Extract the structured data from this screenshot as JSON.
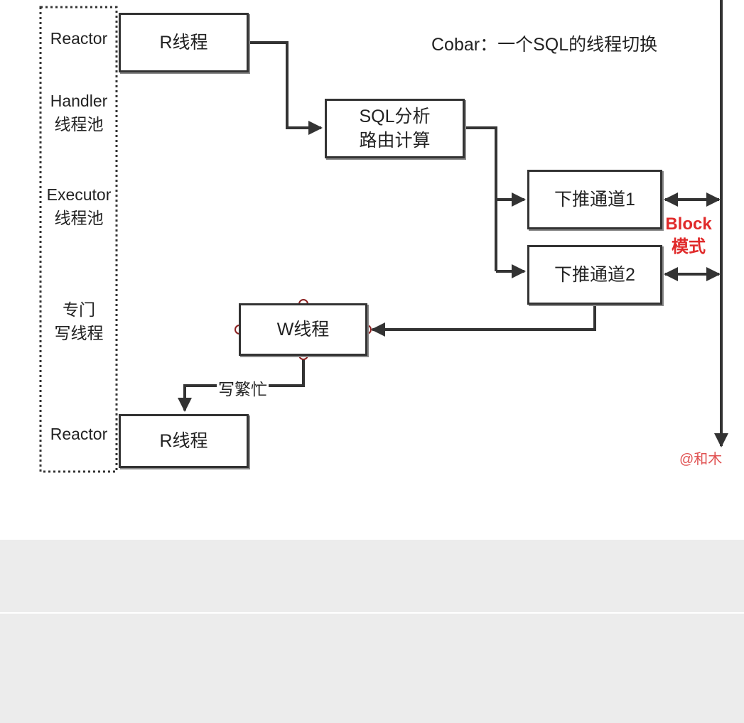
{
  "title": "Cobar：一个SQL的线程切换",
  "lanes": {
    "reactor_top": "Reactor",
    "handler": "Handler\n线程池",
    "executor": "Executor\n线程池",
    "writer": "专门\n写线程",
    "reactor_bottom": "Reactor"
  },
  "boxes": {
    "r_thread_top": "R线程",
    "sql_analysis": "SQL分析\n路由计算",
    "channel_1": "下推通道1",
    "channel_2": "下推通道2",
    "w_thread": "W线程",
    "r_thread_bottom": "R线程"
  },
  "edge_labels": {
    "write_busy": "写繁忙"
  },
  "block_mode": "Block\n模式",
  "credit": "@和木"
}
